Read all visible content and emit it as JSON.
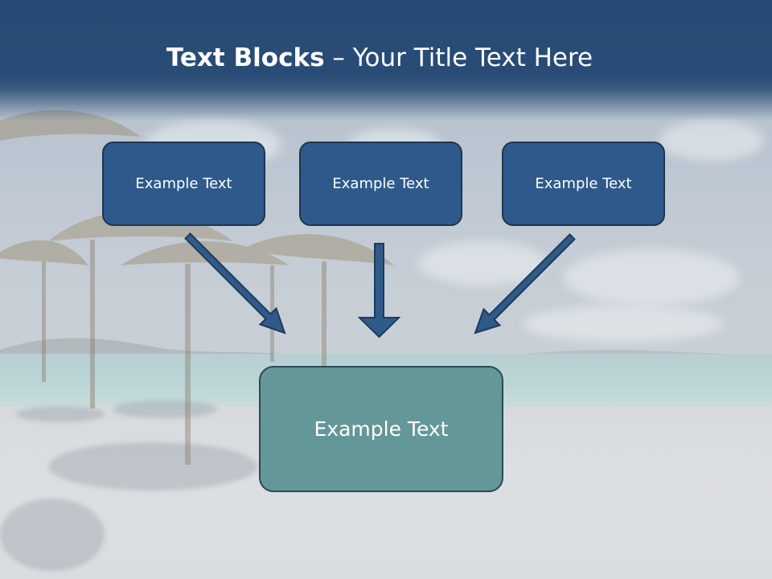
{
  "title": {
    "bold": "Text Blocks",
    "rest": " – Your Title Text Here"
  },
  "boxes": {
    "left": "Example Text",
    "center": "Example Text",
    "right": "Example Text",
    "bottom": "Example Text"
  },
  "colors": {
    "title_bar": "#284c75",
    "top_box": "#2e5a8b",
    "bottom_box": "#649797",
    "arrow_fill": "#2f5a8a",
    "arrow_stroke": "#1f3a5c"
  },
  "background": "beach-umbrellas-photo"
}
